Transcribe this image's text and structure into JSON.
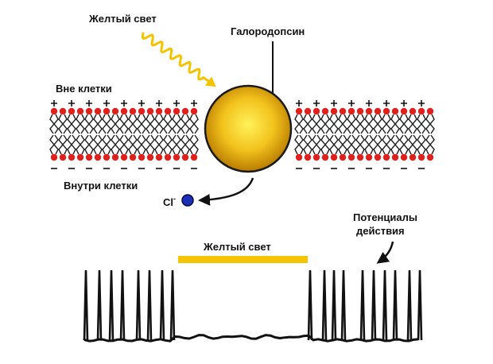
{
  "labels": {
    "yellow_light_top": "Желтый свет",
    "halorhodopsin": "Галородопсин",
    "outside_cell": "Вне клетки",
    "inside_cell": "Внутри клетки",
    "chloride_ion": "Cl",
    "chloride_charge": "-",
    "yellow_light_trace": "Желтый свет",
    "action_potentials_line1": "Потенциалы",
    "action_potentials_line2": "действия"
  },
  "colors": {
    "light": "#f5c400",
    "lipid_head": "#e0201c",
    "lipid_tail": "#222222",
    "protein_core": "#ffe23a",
    "protein_edge": "#b87b00",
    "ion": "#1a2fb5",
    "trace": "#111111"
  },
  "icons": {
    "light_wave": "wavy-arrow-icon",
    "ion_path": "curved-arrow-icon"
  }
}
